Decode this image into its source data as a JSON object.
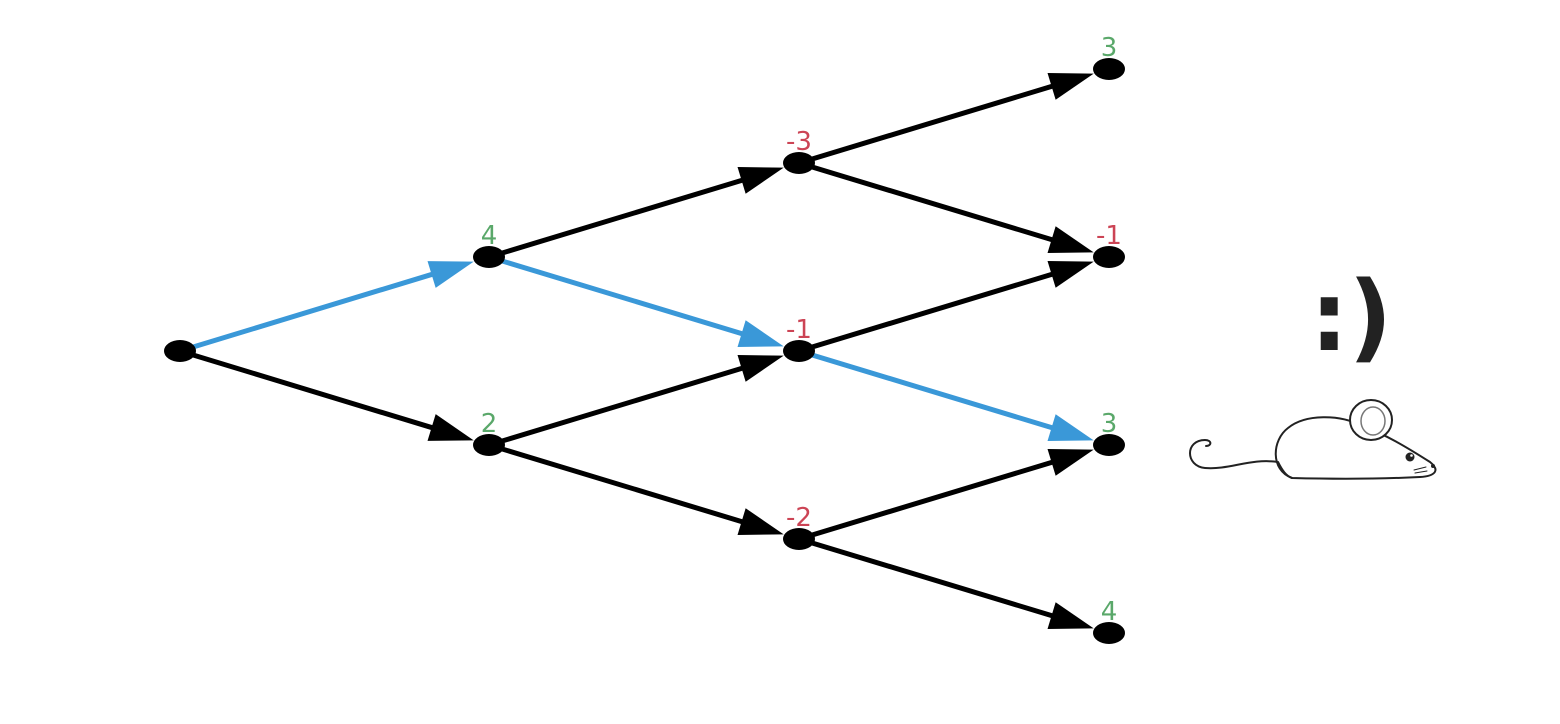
{
  "colors": {
    "positive": "#5aa86a",
    "negative": "#cc4455",
    "highlight": "#3a98d8",
    "edge": "#000000",
    "node": "#000000"
  },
  "nodes": [
    {
      "id": "n0",
      "label": ""
    },
    {
      "id": "n1",
      "label": "4"
    },
    {
      "id": "n2",
      "label": "2"
    },
    {
      "id": "n3",
      "label": "-3"
    },
    {
      "id": "n4",
      "label": "-1"
    },
    {
      "id": "n5",
      "label": "-2"
    },
    {
      "id": "n6",
      "label": "3"
    },
    {
      "id": "n7",
      "label": "-1"
    },
    {
      "id": "n8",
      "label": "3"
    },
    {
      "id": "n9",
      "label": "4"
    }
  ],
  "edges": [
    {
      "from": "n0",
      "to": "n1",
      "highlighted": true
    },
    {
      "from": "n0",
      "to": "n2",
      "highlighted": false
    },
    {
      "from": "n1",
      "to": "n3",
      "highlighted": false
    },
    {
      "from": "n1",
      "to": "n4",
      "highlighted": true
    },
    {
      "from": "n2",
      "to": "n4",
      "highlighted": false
    },
    {
      "from": "n2",
      "to": "n5",
      "highlighted": false
    },
    {
      "from": "n3",
      "to": "n6",
      "highlighted": false
    },
    {
      "from": "n3",
      "to": "n7",
      "highlighted": false
    },
    {
      "from": "n4",
      "to": "n7",
      "highlighted": false
    },
    {
      "from": "n4",
      "to": "n8",
      "highlighted": true
    },
    {
      "from": "n5",
      "to": "n8",
      "highlighted": false
    },
    {
      "from": "n5",
      "to": "n9",
      "highlighted": false
    }
  ],
  "emoticon": ":)",
  "mascot_icon": "mouse-icon"
}
